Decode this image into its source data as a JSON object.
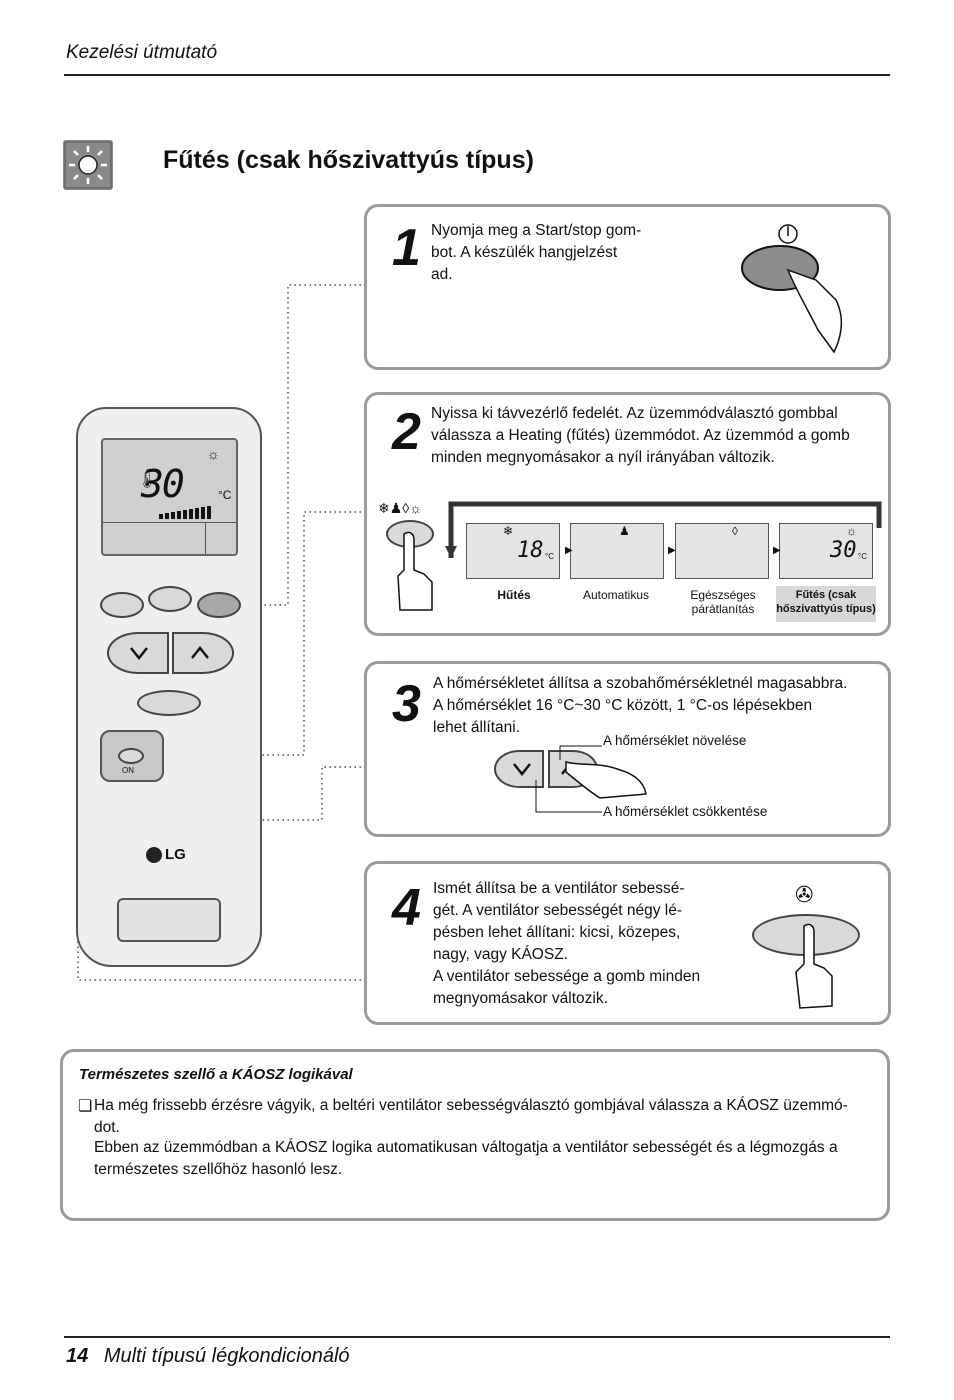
{
  "header": {
    "running_title": "Kezelési útmutató"
  },
  "section": {
    "title": "Fűtés (csak hőszivattyús típus)",
    "icon": "sun-heating-icon"
  },
  "remote": {
    "display_temp": "30",
    "display_unit": "°C",
    "brand": "LG",
    "switch_label": "ON"
  },
  "steps": [
    {
      "number": "1",
      "text": "Nyomja meg a Start/stop gom-\nbot. A készülék hangjelzést\nad."
    },
    {
      "number": "2",
      "text": "Nyissa ki távvezérlő fedelét. Az üzemmódválasztó gombbal\nválassza a Heating (fűtés) üzemmódot. Az üzemmód a gomb\nminden megnyomásakor a nyíl irányában változik.",
      "modes": [
        {
          "label": "Hűtés",
          "temp": "18",
          "unit": "°C"
        },
        {
          "label": "Automatikus"
        },
        {
          "label": "Egészséges\npárátlanítás"
        },
        {
          "label": "Fűtés (csak\nhőszivattyús típus)",
          "temp": "30",
          "unit": "°C"
        }
      ]
    },
    {
      "number": "3",
      "text": "A hőmérsékletet állítsa a szobahőmérsékletnél magasabbra.\nA hőmérséklet 16 °C~30 °C között, 1 °C-os lépésekben\nlehet állítani.",
      "label_up": "A hőmérséklet növelése",
      "label_down": "A hőmérséklet csökkentése"
    },
    {
      "number": "4",
      "text": "Ismét állítsa be a ventilátor sebessé-\ngét. A ventilátor sebességét négy lé-\npésben lehet állítani: kicsi, közepes,\nnagy, vagy KÁOSZ.\nA ventilátor sebessége a gomb minden\nmegnyomásakor változik."
    }
  ],
  "note": {
    "title": "Természetes szellő a KÁOSZ logikával",
    "bullet": "❏",
    "paragraph1": "Ha még frissebb érzésre vágyik, a beltéri ventilátor sebességválasztó gombjával válassza a KÁOSZ üzemmó-\ndot.",
    "paragraph2": "Ebben az üzemmódban a KÁOSZ logika automatikusan váltogatja a ventilátor sebességét és a légmozgás a\ntermészetes szellőhöz hasonló lesz."
  },
  "footer": {
    "page_number": "14",
    "title": "Multi típusú légkondicionáló"
  }
}
